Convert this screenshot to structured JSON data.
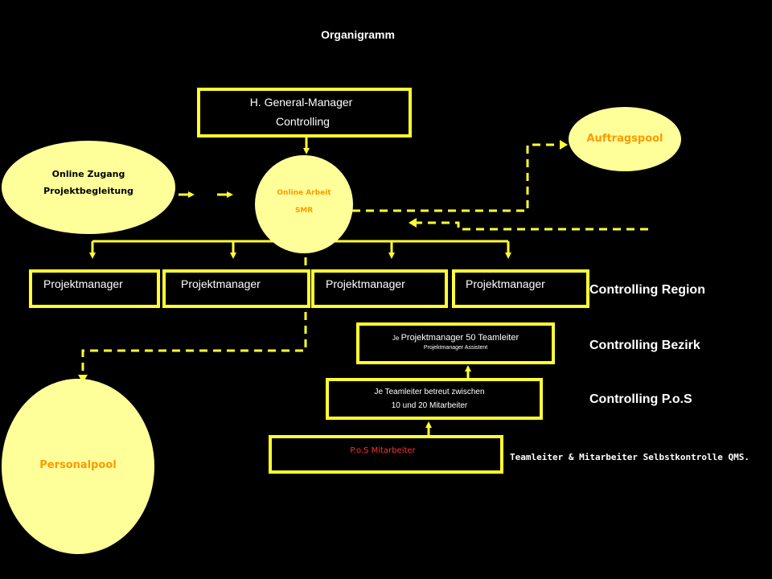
{
  "title": "Organigramm",
  "general_manager": {
    "line1": "H. General-Manager",
    "line2": "Controlling"
  },
  "online_zugang": {
    "line1": "Online Zugang",
    "line2": "Projektbegleitung"
  },
  "online_arbeit": {
    "line1": "Online Arbeit",
    "line2": "SMR"
  },
  "auftragspool": "Auftragspool",
  "personalpool": "Personalpool",
  "projektmanager": [
    "Projektmanager",
    "Projektmanager",
    "Projektmanager",
    "Projektmanager"
  ],
  "teamleiter_box": {
    "prefix": "Je ",
    "main": "Projektmanager 50 Teamleiter",
    "sub": "Projektmanager  Assistent"
  },
  "betreut_box": {
    "line1": "Je Teamleiter betreut zwischen",
    "line2": "10 und 20 Mitarbeiter"
  },
  "pos_box": "P.o.S Mitarbeiter",
  "controlling": {
    "region": "Controlling Region",
    "bezirk": "Controlling Bezirk",
    "pos": "Controlling P.o.S"
  },
  "selbstkontrolle": {
    "part1": "Teamleiter & Mitarbeiter",
    "part2": " Selbstkontrolle QMS."
  },
  "colors": {
    "accent": "#ffff33",
    "ellipse_fill": "#ffff99",
    "orange_text": "#ff9900",
    "red_text": "#ff3333"
  }
}
